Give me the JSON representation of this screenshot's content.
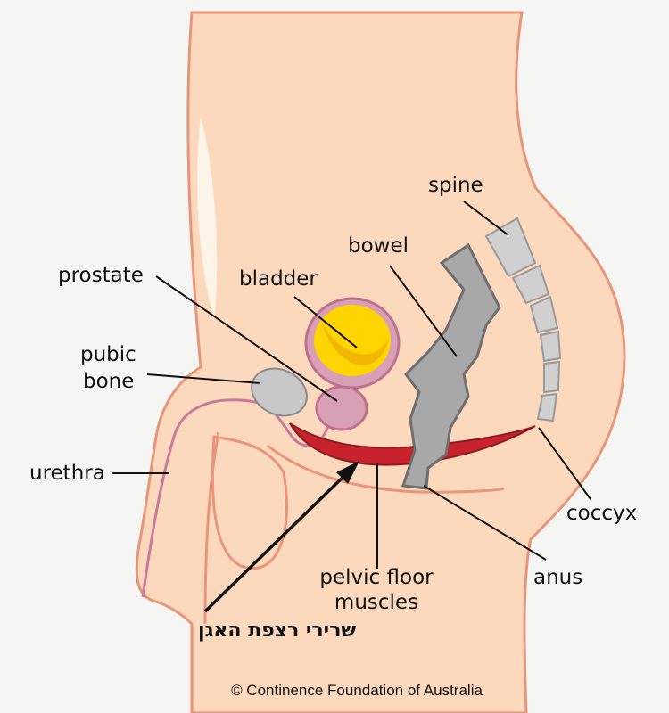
{
  "labels": {
    "spine": "spine",
    "bowel": "bowel",
    "prostate": "prostate",
    "bladder": "bladder",
    "pubic_bone_1": "pubic",
    "pubic_bone_2": "bone",
    "urethra": "urethra",
    "coccyx": "coccyx",
    "pelvic_floor_1": "pelvic floor",
    "pelvic_floor_2": "muscles",
    "anus": "anus",
    "hebrew_pelvic_floor": "שרירי רצפת האגן"
  },
  "copyright": "© Continence Foundation of Australia",
  "colors": {
    "skin": "#fcd8bd",
    "outline": "#e8957a",
    "bladder": "#ffd400",
    "muscle": "#c8232c",
    "bowel": "#a8a8a8",
    "background": "#f5f5f3"
  }
}
